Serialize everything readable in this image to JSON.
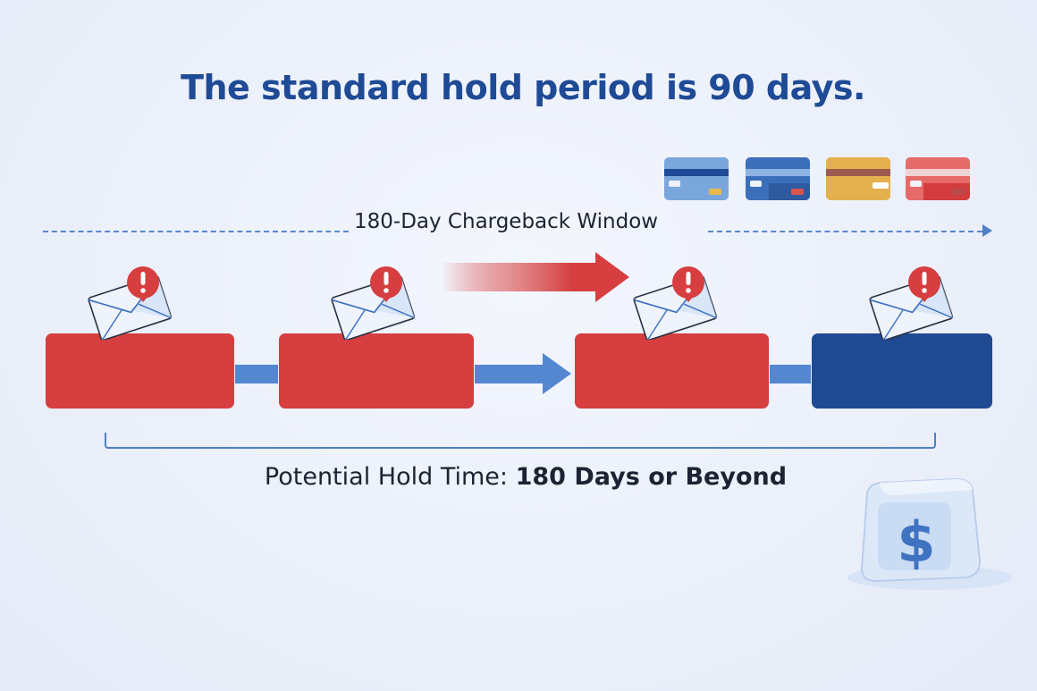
{
  "title": "The standard hold period is 90 days.",
  "timeline": {
    "window_label": "180-Day Chargeback Window",
    "hold_label_prefix": "Potential Hold Time: ",
    "hold_label_emphasis": "180 Days or Beyond"
  },
  "stages": [
    {
      "color": "#d63e40",
      "alert": true,
      "icon": "envelope-alert-icon"
    },
    {
      "color": "#d63e40",
      "alert": true,
      "icon": "envelope-alert-icon"
    },
    {
      "color": "#d63e40",
      "alert": true,
      "icon": "envelope-alert-icon"
    },
    {
      "color": "#1f4a92",
      "alert": true,
      "icon": "envelope-alert-icon"
    }
  ],
  "cards": [
    {
      "name": "light-blue-card",
      "body": "#7aa7db",
      "stripe": "#1f4a96",
      "chip": "#e9b84c"
    },
    {
      "name": "blue-card",
      "body": "#3c6fba",
      "stripe": "#8fb3e3",
      "chip": "#d9534f"
    },
    {
      "name": "yellow-card",
      "body": "#e4b04e",
      "stripe": "#9d5a4f",
      "chip": "#ffffff"
    },
    {
      "name": "red-card",
      "body": "#e76a6a",
      "stripe": "#f0d3d3",
      "chip": "#b94a4a"
    }
  ],
  "colors": {
    "title": "#1f4a96",
    "alert_red": "#d63e40",
    "navy": "#1f4a92",
    "connector_blue": "#5487d0",
    "dashed_line": "#5a86cc"
  },
  "decorations": {
    "frozen_money_icon": "ice-cube-dollar-icon",
    "frozen_symbol": "$"
  }
}
